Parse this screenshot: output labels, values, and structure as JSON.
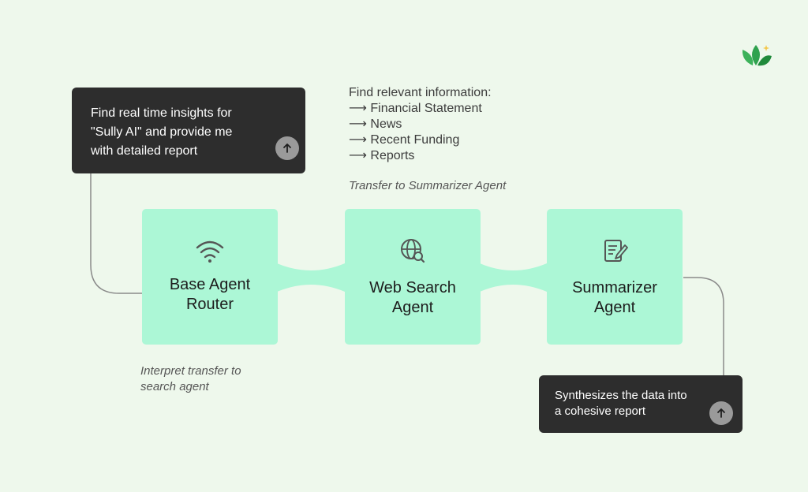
{
  "colors": {
    "background": "#eef8ec",
    "card": "#acf7d6",
    "dark_box": "#2d2d2d",
    "button": "#9a9a9a",
    "connector": "#8a8a8a",
    "logo_green": "#3cb25a",
    "logo_dark_green": "#1f8a3b",
    "logo_star": "#f3c74a"
  },
  "prompt": {
    "text": "Find real time insights for \"Sully AI\" and provide me with detailed report",
    "button_icon": "arrow-up-icon"
  },
  "info": {
    "title": "Find relevant information:",
    "items": [
      "⟶ Financial Statement",
      "⟶ News",
      "⟶ Recent Funding",
      "⟶ Reports"
    ]
  },
  "notes": {
    "transfer": "Transfer to Summarizer Agent",
    "interpret": "Interpret transfer to search agent"
  },
  "agents": [
    {
      "name": "Base Agent Router",
      "icon": "wifi-icon"
    },
    {
      "name": "Web Search Agent",
      "icon": "globe-search-icon"
    },
    {
      "name": "Summarizer Agent",
      "icon": "document-edit-icon"
    }
  ],
  "result": {
    "text": "Synthesizes the data into a cohesive report",
    "button_icon": "arrow-up-icon"
  },
  "logo": {
    "icon": "leaf-logo-icon"
  }
}
